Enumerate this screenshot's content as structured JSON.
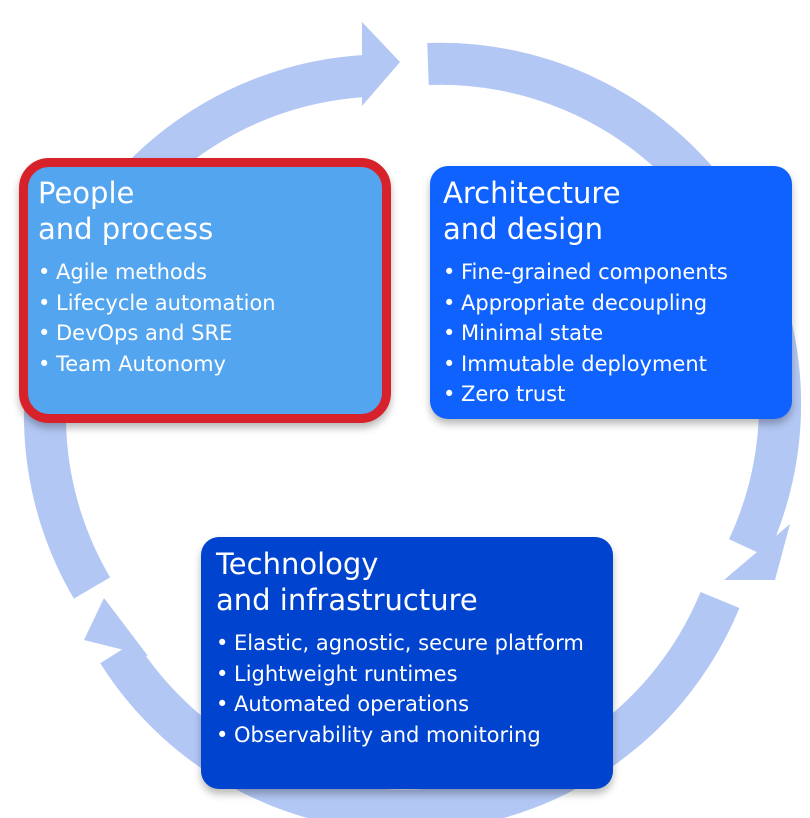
{
  "colors": {
    "arrow": "#b3c7f5",
    "people_fill": "#54a5f0",
    "people_border": "#d7222b",
    "architecture_fill": "#0f62fe",
    "technology_fill": "#0043ce",
    "text": "#ffffff"
  },
  "people": {
    "title_line1": "People",
    "title_line2": "and process",
    "items": [
      "Agile methods",
      "Lifecycle automation",
      "DevOps and SRE",
      "Team Autonomy"
    ]
  },
  "architecture": {
    "title_line1": "Architecture",
    "title_line2": "and design",
    "items": [
      "Fine-grained components",
      "Appropriate decoupling",
      "Minimal state",
      "Immutable deployment",
      "Zero trust"
    ]
  },
  "technology": {
    "title_line1": "Technology",
    "title_line2": "and infrastructure",
    "items": [
      "Elastic, agnostic, secure platform",
      "Lightweight runtimes",
      "Automated operations",
      "Observability and monitoring"
    ]
  },
  "bullet": "•"
}
